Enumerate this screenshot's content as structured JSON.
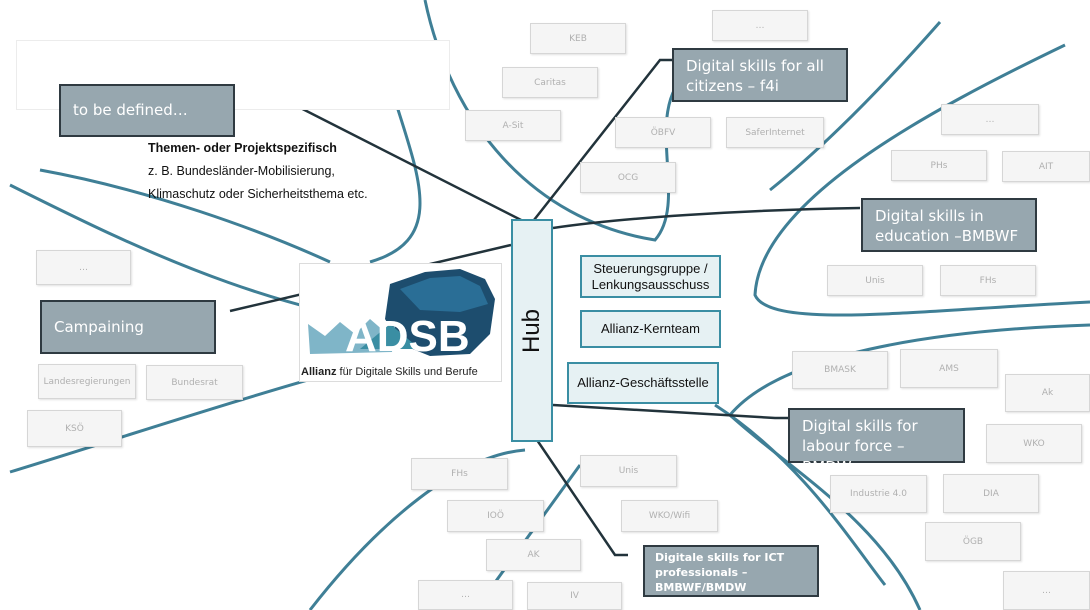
{
  "main_boxes": {
    "to_be_defined": "to be defined…",
    "campaining": "Campaining",
    "f4i": "Digital skills for all citizens – f4i",
    "education": "Digital skills in education –BMBWF",
    "labour": "Digital skills for labour force – BMDW",
    "ict": "Digitale skills for ICT professionals – BMBWF/BMDW"
  },
  "theme_text": {
    "heading": "Themen- oder Projektspezifisch",
    "line1": "z. B. Bundesländer-Mobilisierung,",
    "line2": "Klimaschutz oder Sicherheitsthema etc."
  },
  "hub": {
    "label": "Hub",
    "items": [
      "Steuerungsgruppe / Lenkungsausschuss",
      "Allianz-Kernteam",
      "Allianz-Geschäftsstelle"
    ]
  },
  "logo": {
    "wordmark": "ADSB",
    "allianz": "Allianz",
    "tagline": " für Digitale Skills und Berufe"
  },
  "tiles": {
    "keb": "KEB",
    "ellipsis_top": "…",
    "caritas": "Caritas",
    "asit": "A-Sit",
    "obfv": "ÖBFV",
    "saferinternet": "SaferInternet",
    "ocg": "OCG",
    "ellipsis_right": "…",
    "phs": "PHs",
    "ait": "AIT",
    "unis_right": "Unis",
    "fhs_right": "FHs",
    "ellipsis_left": "…",
    "landesregierungen": "Landesregierungen",
    "bundesrat": "Bundesrat",
    "kso": "KSÖ",
    "bmask": "BMASK",
    "ams": "AMS",
    "ak_right": "Ak",
    "wko": "WKO",
    "industrie": "Industrie 4.0",
    "dia": "DIA",
    "ogb": "ÖGB",
    "ellipsis_br": "…",
    "fhs_bottom": "FHs",
    "unis_bottom": "Unis",
    "ioo": "IOÖ",
    "wkowifi": "WKO/Wifi",
    "ak_bottom": "AK",
    "ellipsis_bottom": "…",
    "iv": "IV"
  },
  "colors": {
    "curve": "#3f7f96",
    "connector": "#22333b",
    "main_box_fill": "#97a7af",
    "hub_border": "#3a8ea3",
    "hub_fill": "#e6f1f3",
    "logo_blue": "#2a6e96",
    "logo_dark": "#1d4d6e",
    "logo_light": "#7fb5c8"
  }
}
